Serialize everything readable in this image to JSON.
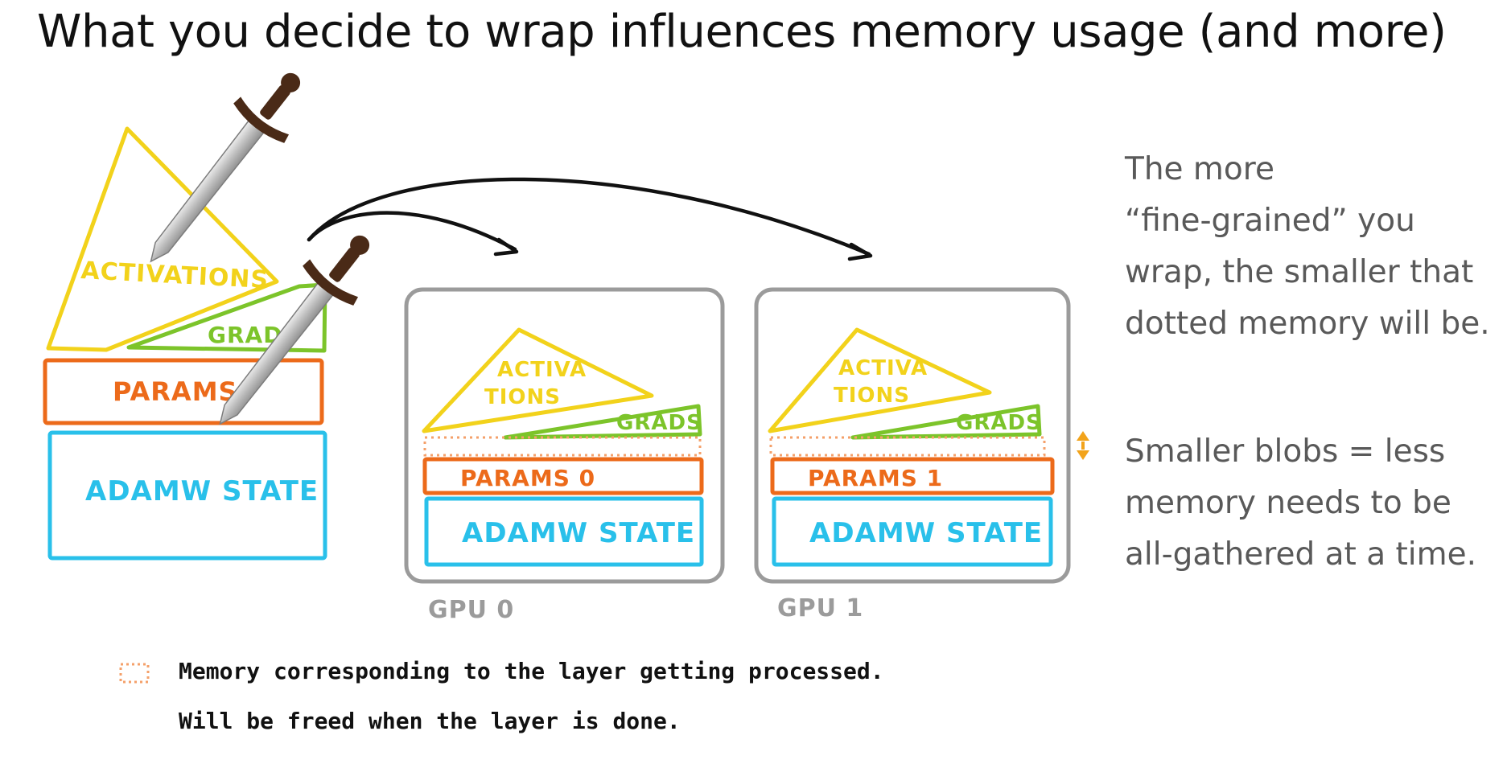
{
  "slide": {
    "title": "What you decide to wrap influences memory usage (and more)"
  },
  "left_stack": {
    "activations_label": "ACTIVATIONS",
    "grads_label": "GRAD",
    "params_label": "PARAMS",
    "adamw_label": "ADAMW STATE"
  },
  "gpus": [
    {
      "name": "GPU 0",
      "activations_line1": "ACTIVA",
      "activations_line2": "TIONS",
      "grads_label": "GRADS",
      "params_label": "PARAMS 0",
      "adamw_label": "ADAMW STATE"
    },
    {
      "name": "GPU 1",
      "activations_line1": "ACTIVA",
      "activations_line2": "TIONS",
      "grads_label": "GRADS",
      "params_label": "PARAMS 1",
      "adamw_label": "ADAMW STATE"
    }
  ],
  "side_note": {
    "para1_lines": [
      "The more",
      "“fine-grained” you",
      "wrap, the smaller that",
      "dotted memory will be."
    ],
    "para2_lines": [
      "Smaller blobs = less",
      "memory needs to be",
      "all-gathered at a time."
    ]
  },
  "legend": {
    "line1": "Memory corresponding to the layer getting processed.",
    "line2": "Will be freed when the layer is done."
  },
  "colors": {
    "activations": "#f2d21b",
    "grads": "#7cc42a",
    "params": "#ec6a1a",
    "adamw": "#29c0ea",
    "gpu_box": "#9b9b9b",
    "dotted_memory": "#f4a06a",
    "sword_blade": "#c9c9c9",
    "sword_hilt": "#4a2a17",
    "side_text": "#595959"
  },
  "icons": [
    "sword-icon",
    "arrow-icon",
    "double-arrow-icon",
    "dotted-box-icon"
  ]
}
